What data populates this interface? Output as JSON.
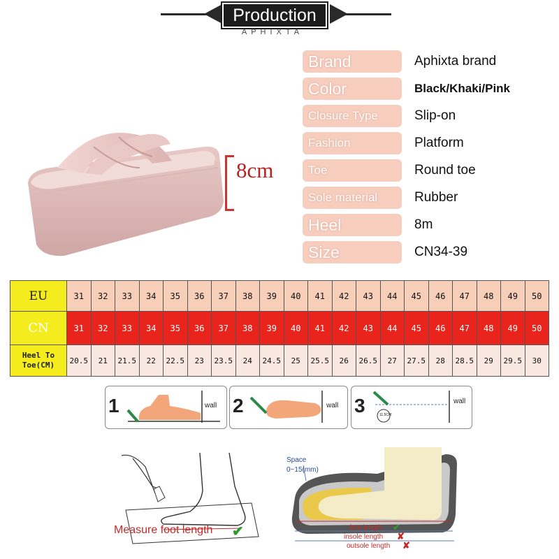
{
  "header": {
    "title": "Production",
    "subtitle": "APHIXTA"
  },
  "shoe": {
    "measurement": "8cm"
  },
  "specs": [
    {
      "label": "Brand",
      "value": "Aphixta brand"
    },
    {
      "label": "Color",
      "value": "Black/Khaki/Pink"
    },
    {
      "label": "Closure Type",
      "value": "Slip-on"
    },
    {
      "label": "Fashion",
      "value": "Platform"
    },
    {
      "label": "Toe",
      "value": "Round toe"
    },
    {
      "label": "Sole material",
      "value": "Rubber"
    },
    {
      "label": "Heel",
      "value": "8m"
    },
    {
      "label": "Size",
      "value": "CN34-39"
    }
  ],
  "size_table": {
    "eu_label": "EU",
    "cn_label": "CN",
    "heel_label_line1": "Heel To",
    "heel_label_line2": "Toe(CM)",
    "eu": [
      "31",
      "32",
      "33",
      "34",
      "35",
      "36",
      "37",
      "38",
      "39",
      "40",
      "41",
      "42",
      "43",
      "44",
      "45",
      "46",
      "47",
      "48",
      "49",
      "50"
    ],
    "cn": [
      "31",
      "32",
      "33",
      "34",
      "35",
      "36",
      "37",
      "38",
      "39",
      "40",
      "41",
      "42",
      "43",
      "44",
      "45",
      "46",
      "47",
      "48",
      "49",
      "50"
    ],
    "heel_to_toe": [
      "20.5",
      "21",
      "21.5",
      "22",
      "22.5",
      "23",
      "23.5",
      "24",
      "24.5",
      "25",
      "25.5",
      "26",
      "26.5",
      "27",
      "27.5",
      "28",
      "28.5",
      "29",
      "29.5",
      "30"
    ]
  },
  "steps": [
    {
      "num": "1",
      "wall": "wall"
    },
    {
      "num": "2",
      "wall": "wall"
    },
    {
      "num": "3",
      "wall": "wall",
      "note": "11.5CM"
    }
  ],
  "illustration": {
    "measure_foot": "Measure foot length",
    "space_line1": "Space",
    "space_line2": "0~15(mm)",
    "foot_length": "foot length",
    "insole_length": "insole length",
    "outsole_length": "outsole length"
  },
  "colors": {
    "label_bg": "#f7cdbd",
    "eu_bg": "#f7ceb8",
    "cn_bg": "#e8241c",
    "head_bg": "#f4ec1c",
    "accent": "#b52323"
  }
}
